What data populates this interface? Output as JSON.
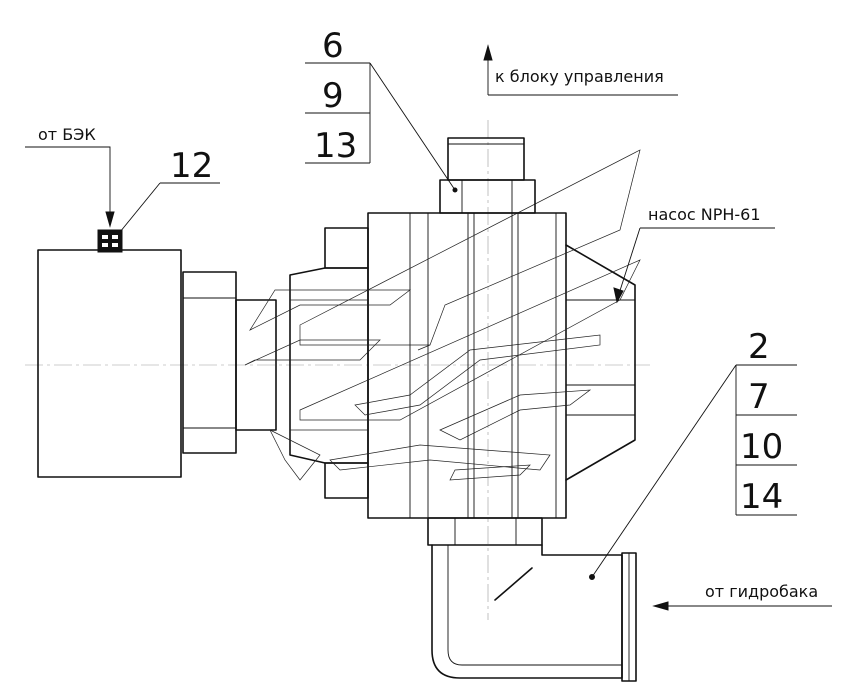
{
  "labels": {
    "control_unit": "к блоку управления",
    "bek": "от БЭК",
    "pump": "насос NPH-61",
    "tank": "от гидробака"
  },
  "positions": {
    "top_group": [
      "6",
      "9",
      "13"
    ],
    "motor_connector": "12",
    "right_group": [
      "2",
      "7",
      "10",
      "14"
    ]
  }
}
